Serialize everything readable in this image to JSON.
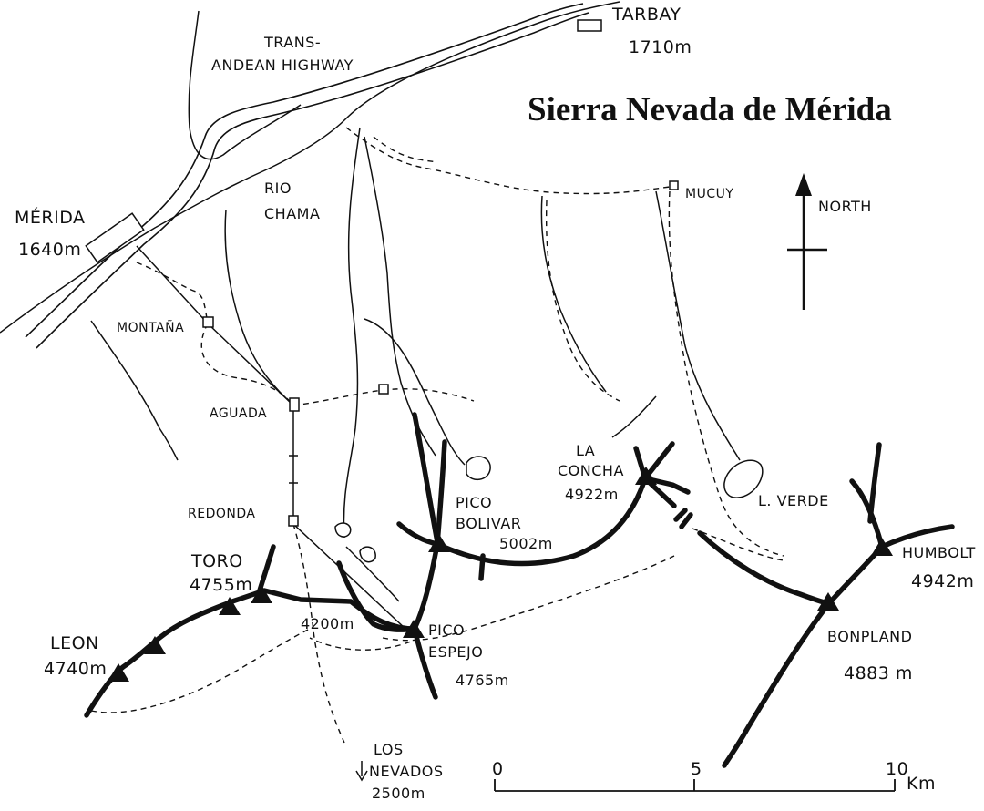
{
  "title": "Sierra Nevada de Mérida",
  "labels": {
    "highway_1": "TRANS-",
    "highway_2": "ANDEAN HIGHWAY",
    "tarbay_name": "TARBAY",
    "tarbay_alt": "1710m",
    "merida_name": "MÉRIDA",
    "merida_alt": "1640m",
    "rio_1": "RIO",
    "rio_2": "CHAMA",
    "mucuy": "MUCUY",
    "north": "NORTH",
    "montana": "MONTAÑA",
    "aguada": "AGUADA",
    "redonda": "REDONDA",
    "la_concha_1": "LA",
    "la_concha_2": "CONCHA",
    "la_concha_alt": "4922m",
    "pico_bolivar_1": "PICO",
    "pico_bolivar_2": "BOLIVAR",
    "pico_bolivar_alt": "5002m",
    "l_verde": "L. VERDE",
    "humbolt_name": "HUMBOLT",
    "humbolt_alt": "4942m",
    "toro_name": "TORO",
    "toro_alt": "4755m",
    "leon_name": "LEON",
    "leon_alt": "4740m",
    "pass_alt": "4200m",
    "pico_espejo_1": "PICO",
    "pico_espejo_2": "ESPEJO",
    "pico_espejo_alt": "4765m",
    "bonpland_name": "BONPLAND",
    "bonpland_alt": "4883 m",
    "los_nevados_1": "LOS",
    "los_nevados_2": "NEVADOS",
    "los_nevados_alt": "2500m"
  },
  "scale": {
    "tick_0": "0",
    "tick_5": "5",
    "tick_10": "10",
    "unit": "Km"
  }
}
